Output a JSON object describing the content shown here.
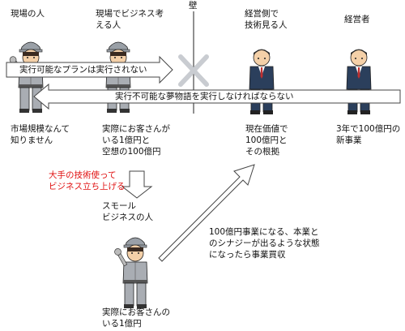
{
  "title_wall": "壁",
  "people": {
    "genba": "現場の人",
    "genba_biz": "現場でビジネス考\nえる人",
    "keiei_tech": "経営側で\n技術見る人",
    "keieisha": "経営者"
  },
  "arrows": {
    "forward": "実行可能なプランは実行されない",
    "backward": "実行不可能な夢物語を実行しなければならない"
  },
  "notes": {
    "genba": "市場規模なんて\n知りません",
    "genba_biz": "実際にお客さんが\nいる1億円と\n空想の100億円",
    "keiei_tech": "現在価値で\n100億円と\nその根拠",
    "keieisha": "3年で100億円の\n新事業",
    "big_company_tech": "大手の技術使って\nビジネス立ち上げる",
    "small_biz": "スモール\nビジネスの人",
    "acquisition": "100億円事業になる、本業と\nのシナジーが出るような状態\nになったら事業買収",
    "small_biz_customers": "実際にお客さんの\nいる1億円"
  },
  "colors": {
    "accent_red": "#e01010",
    "worker_uniform": "#a9adb3",
    "suit": "#2b3f5c",
    "skin": "#f4d0a8",
    "cross": "#c9ccd1"
  }
}
